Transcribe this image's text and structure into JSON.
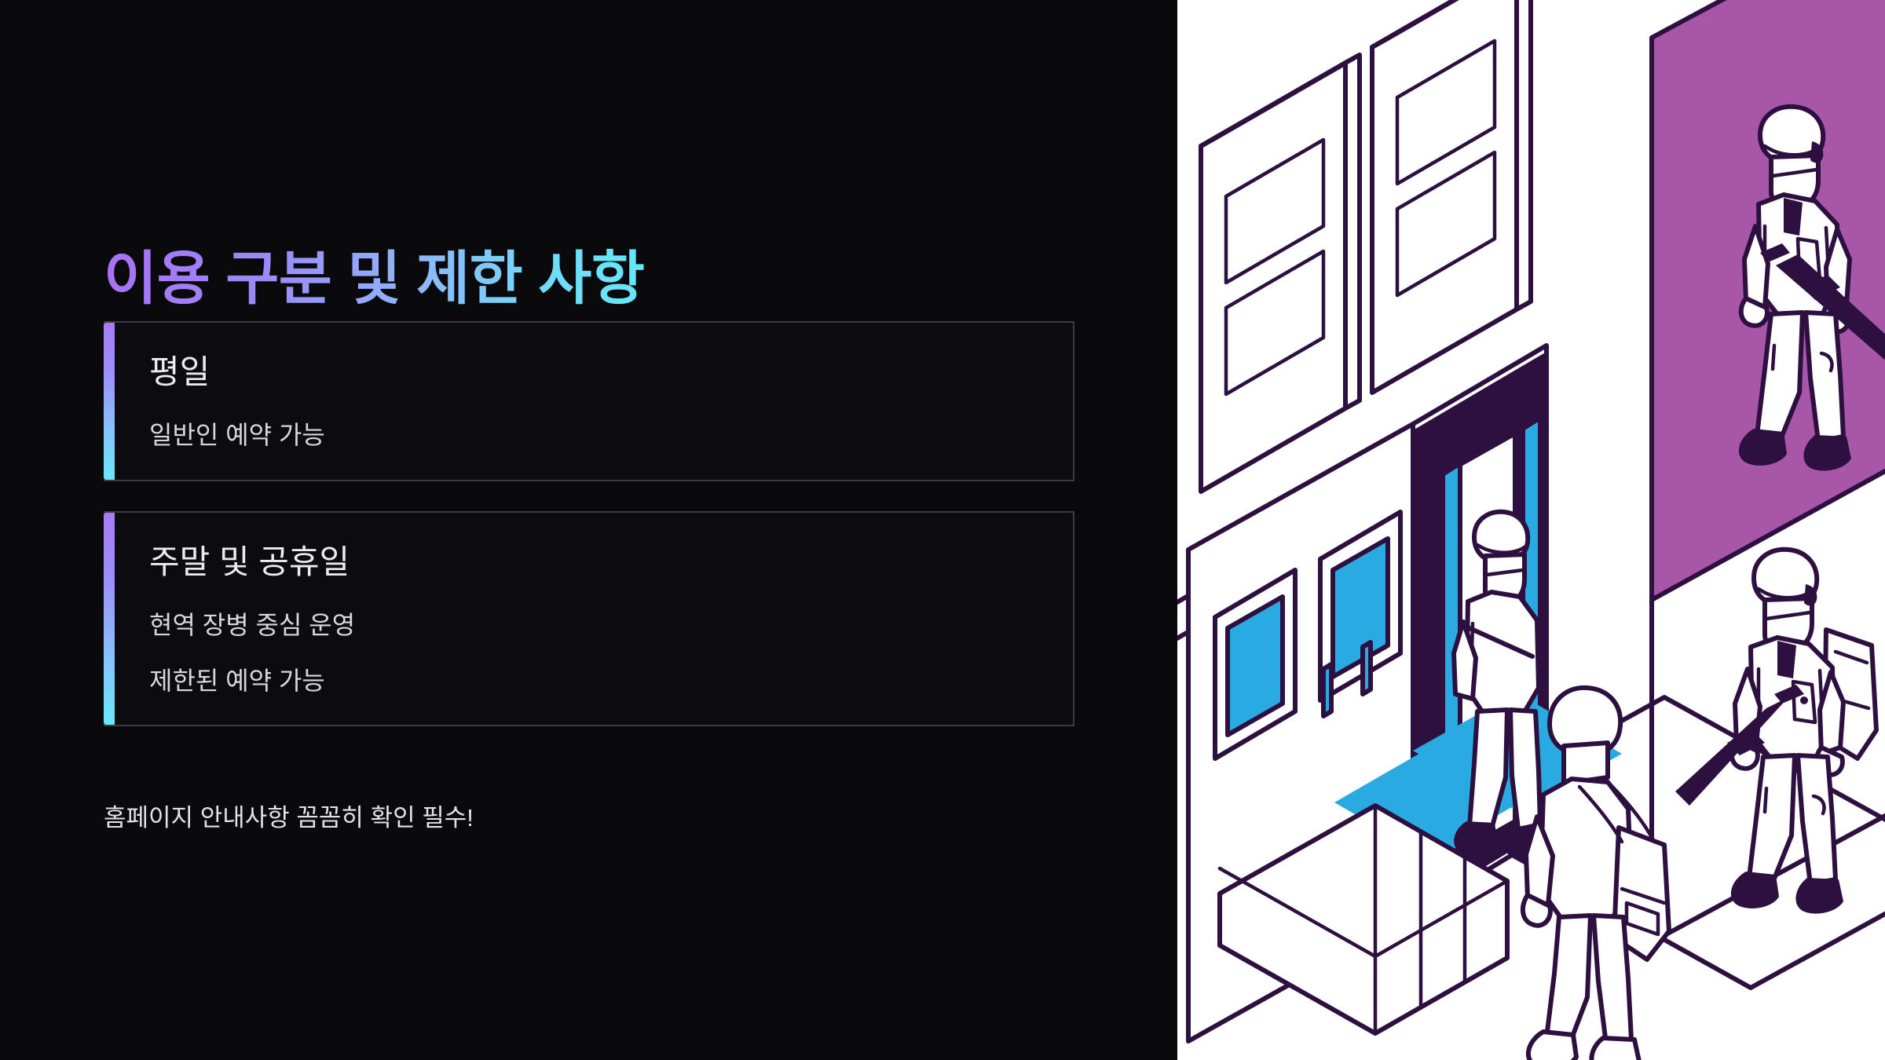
{
  "slide": {
    "title": "이용 구분 및 제한 사항",
    "footnote": "홈페이지 안내사항 꼼꼼히 확인 필수!"
  },
  "cards": [
    {
      "title": "평일",
      "lines": [
        "일반인 예약 가능"
      ]
    },
    {
      "title": "주말 및 공휴일",
      "lines": [
        "현역 장병 중심 운영",
        "제한된 예약 가능"
      ]
    }
  ],
  "colors": {
    "background": "#0a0a0c",
    "card_background": "#0c0c10",
    "card_border": "#3b3b42",
    "accent_purple": "#a97af6",
    "accent_cyan": "#66e7fa",
    "title_text": "#ececf0",
    "body_text": "#d7d7dd",
    "illustration_background": "#ffffff",
    "illustration_ink": "#2d1040",
    "illustration_purple": "#a857a8",
    "illustration_cyan": "#29abe2"
  },
  "illustration": {
    "name": "isometric-barracks-entrance-illustration",
    "description": "Isometric line-art of a base entrance: two large panel signs above, glass entry doors with cyan glazing, a purple wall panel, a soldier with rifle on the purple panel, a second soldier with rifle and backpack, and a person with a backpack walking in",
    "figures": [
      "soldier-with-rifle-on-purple-wall",
      "person-at-doorway",
      "soldier-with-rifle-and-backpack",
      "civilian-with-backpack-walking"
    ],
    "elements": [
      "panel-sign-left",
      "panel-sign-right",
      "canopy-beam",
      "glass-entry-door",
      "window-pane-left",
      "window-pane-right",
      "cyan-floor-tile-a",
      "cyan-floor-tile-b",
      "purple-wall-panel",
      "low-counter"
    ]
  }
}
